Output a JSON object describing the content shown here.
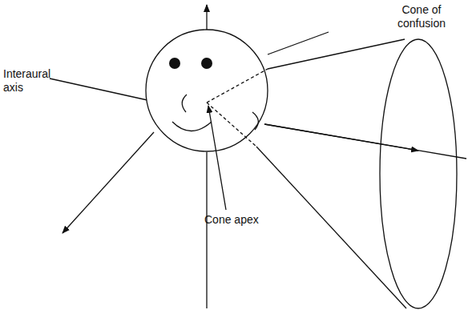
{
  "diagram": {
    "labels": [
      "Cone of confusion",
      "Interaural axis",
      "Cone apex"
    ]
  }
}
